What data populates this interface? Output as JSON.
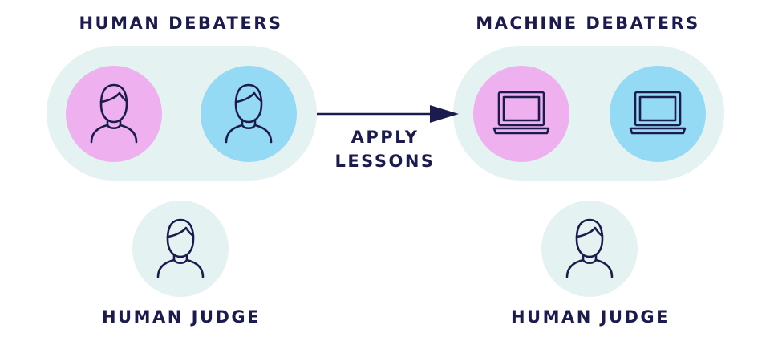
{
  "left_group": {
    "title": "HUMAN DEBATERS",
    "judge_label": "HUMAN JUDGE"
  },
  "right_group": {
    "title": "MACHINE DEBATERS",
    "judge_label": "HUMAN JUDGE"
  },
  "arrow": {
    "line1": "APPLY",
    "line2": "LESSONS"
  },
  "icons": {
    "left_debater_1": "person-icon",
    "left_debater_2": "person-icon",
    "left_judge": "person-icon",
    "right_debater_1": "laptop-icon",
    "right_debater_2": "laptop-icon",
    "right_judge": "person-icon"
  },
  "colors": {
    "ink": "#1c1b4d",
    "pill": "#e4f2f2",
    "pink": "#eeb0ef",
    "blue": "#94daf4"
  }
}
